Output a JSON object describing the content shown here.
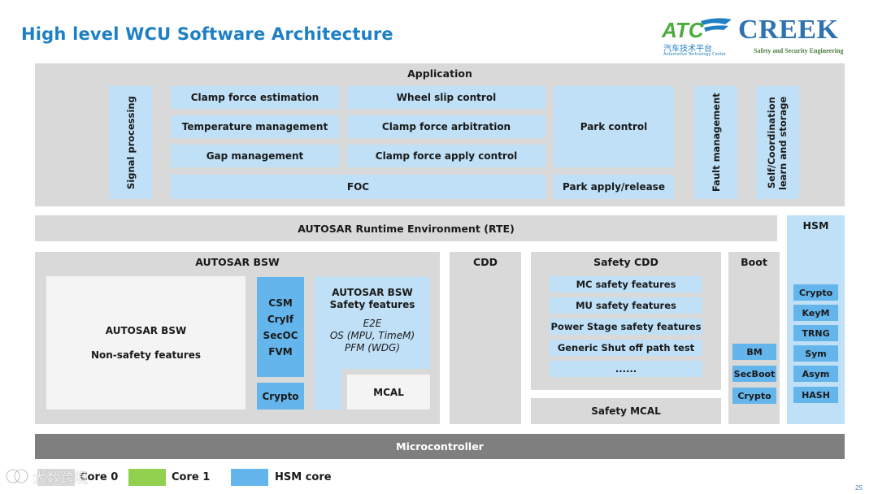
{
  "title": "High level WCU Software Architecture",
  "logos": {
    "atc_name": "ATC",
    "atc_cn": "汽车技术平台",
    "atc_en": "Automotive Technology Center",
    "creek_name": "CREEK",
    "creek_sub": "Safety and Security Engineering"
  },
  "application": {
    "header": "Application",
    "signal_processing": "Signal processing",
    "clamp_force_estimation": "Clamp force estimation",
    "temperature_management": "Temperature management",
    "gap_management": "Gap management",
    "wheel_slip_control": "Wheel slip control",
    "clamp_force_arbitration": "Clamp force arbitration",
    "clamp_force_apply_control": "Clamp force apply control",
    "foc": "FOC",
    "park_control": "Park control",
    "park_apply_release": "Park apply/release",
    "fault_management": "Fault management",
    "self_coordination": "Self/Coordination learn and storage"
  },
  "rte": "AUTOSAR Runtime Environment (RTE)",
  "bsw": {
    "header": "AUTOSAR BSW",
    "nonsafety_line1": "AUTOSAR BSW",
    "nonsafety_line2": "Non-safety features",
    "csm": "CSM",
    "cryif": "CryIf",
    "secoc": "SecOC",
    "fvm": "FVM",
    "crypto": "Crypto",
    "safety_title": "AUTOSAR BSW Safety features",
    "e2e": "E2E",
    "os": "OS (MPU, TimeM)",
    "pfm": "PFM (WDG)",
    "mcal": "MCAL"
  },
  "cdd": "CDD",
  "safety_cdd": {
    "header": "Safety CDD",
    "items": [
      "MC safety features",
      "MU safety features",
      "Power Stage safety features",
      "Generic Shut off path test",
      "......"
    ],
    "safety_mcal": "Safety MCAL"
  },
  "boot": {
    "header": "Boot",
    "items": [
      "BM",
      "SecBoot",
      "Crypto"
    ]
  },
  "hsm": {
    "header": "HSM",
    "items": [
      "Crypto",
      "KeyM",
      "TRNG",
      "Sym",
      "Asym",
      "HASH"
    ]
  },
  "microcontroller": "Microcontroller",
  "legend": {
    "items": [
      {
        "label": "Core 0",
        "color": "#d9d9d9"
      },
      {
        "label": "Core 1",
        "color": "#92d050"
      },
      {
        "label": "HSM core",
        "color": "#64b5ec"
      }
    ]
  },
  "page_number": "25",
  "watermark": "大数跨境",
  "colors": {
    "title": "#1e7fc4",
    "grey": "#d9d9d9",
    "light_blue": "#bfe0f7",
    "mid_blue": "#64b5ec",
    "microcontroller": "#7f7f7f"
  }
}
